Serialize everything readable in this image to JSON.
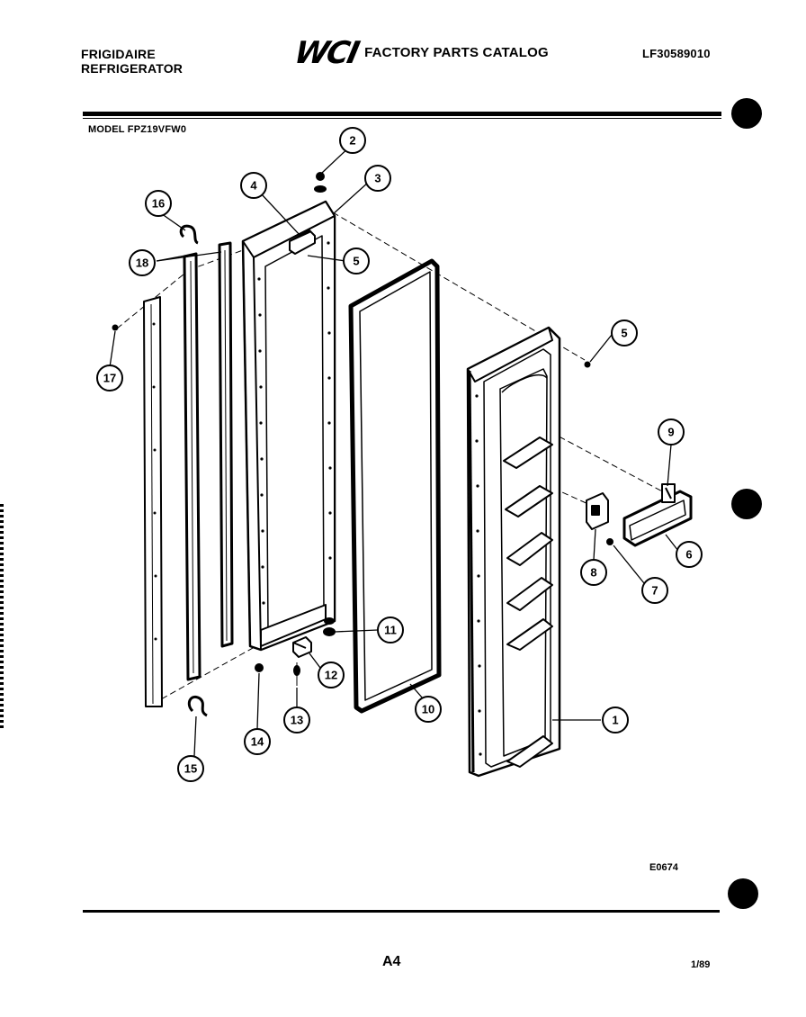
{
  "header": {
    "brand_line1": "FRIGIDAIRE",
    "brand_line2": "REFRIGERATOR",
    "logo": "WCI",
    "catalog_title": "FACTORY PARTS CATALOG",
    "doc_number": "LF30589010"
  },
  "model": "MODEL FPZ19VFW0",
  "illustration_code": "E0674",
  "footer": {
    "page": "A4",
    "date": "1/89"
  },
  "callouts": [
    "1",
    "2",
    "3",
    "4",
    "5",
    "5",
    "6",
    "7",
    "8",
    "9",
    "10",
    "11",
    "12",
    "13",
    "14",
    "15",
    "16",
    "17",
    "18"
  ]
}
